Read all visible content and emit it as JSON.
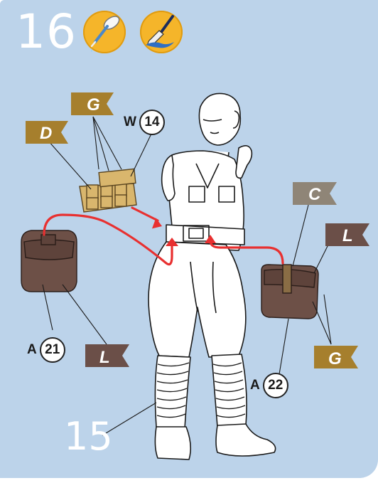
{
  "step": {
    "number": "16",
    "label": "15"
  },
  "icons": [
    {
      "name": "glue-applicator-icon"
    },
    {
      "name": "paint-brush-icon"
    }
  ],
  "callouts": {
    "w14": {
      "prefix": "W",
      "number": "14"
    },
    "a21": {
      "prefix": "A",
      "number": "21"
    },
    "a22": {
      "prefix": "A",
      "number": "22"
    }
  },
  "flags": {
    "g_top": {
      "letter": "G",
      "color": "#a67f2d"
    },
    "d": {
      "letter": "D",
      "color": "#a67f2d"
    },
    "c": {
      "letter": "C",
      "color": "#8f8577"
    },
    "l_right": {
      "letter": "L",
      "color": "#6b4f48"
    },
    "l_left": {
      "letter": "L",
      "color": "#6b4f48"
    },
    "g_bottom": {
      "letter": "G",
      "color": "#a67f2d"
    }
  },
  "colors": {
    "panel": "#bcd3ea",
    "arrow": "#e83030",
    "pouch_brown": "#6d5047",
    "ammo_tan": "#d9b66d",
    "badge": "#f5b52a"
  }
}
